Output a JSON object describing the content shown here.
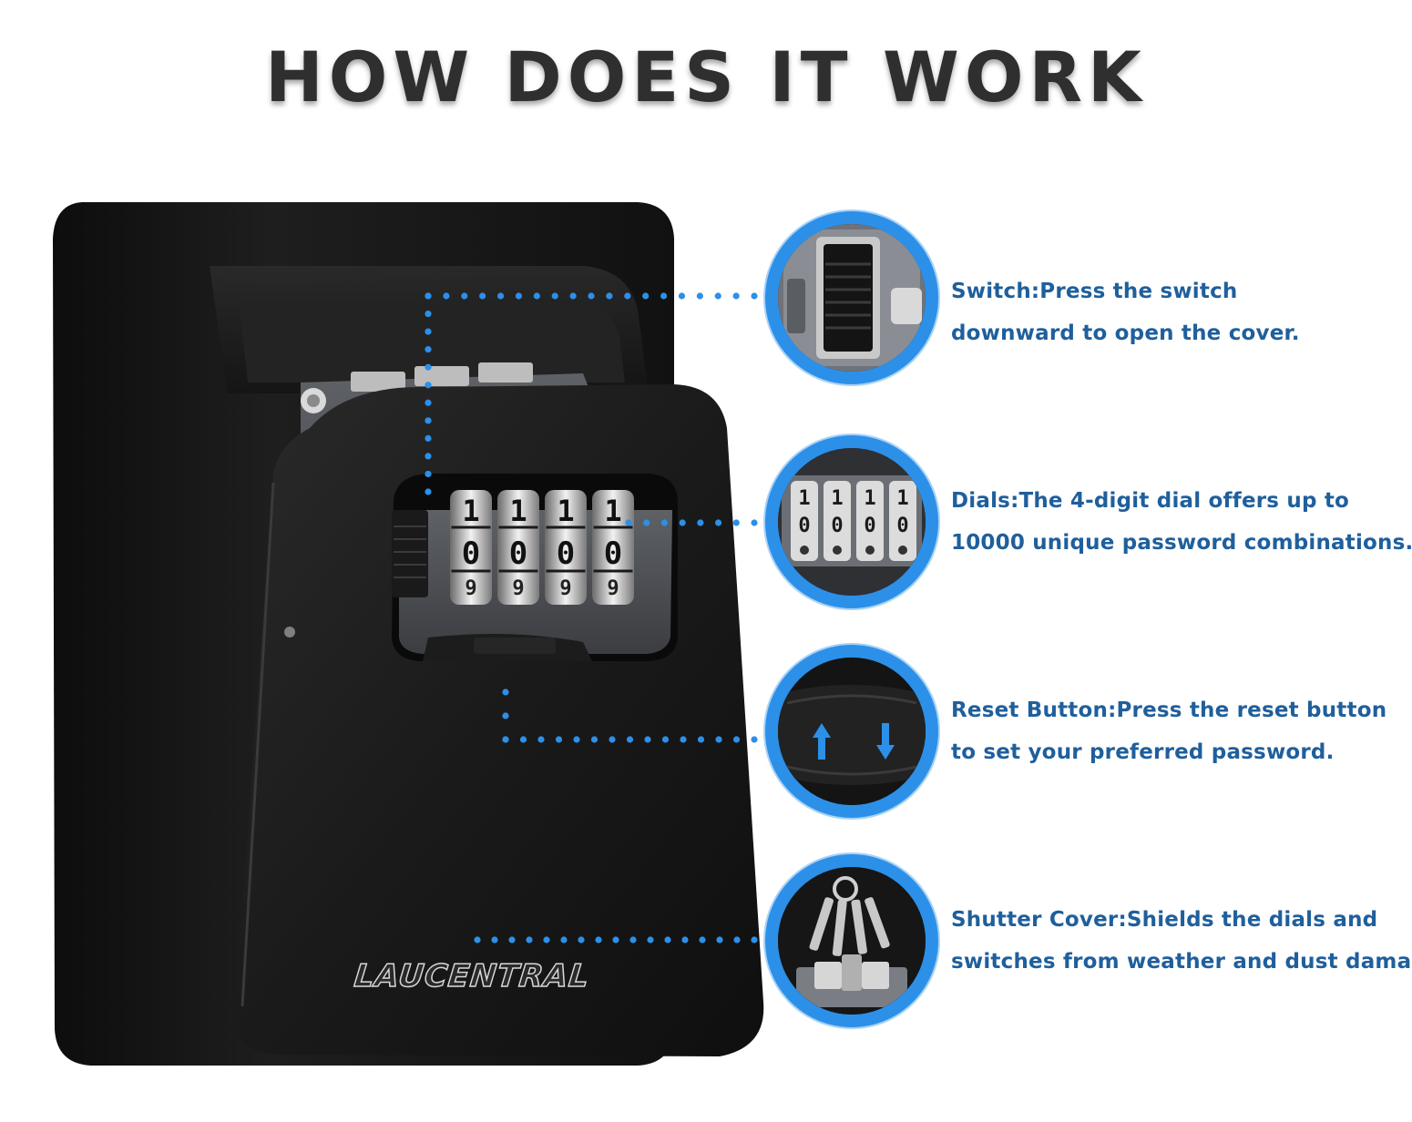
{
  "headline": "HOW DOES IT WORK",
  "brand": "LAUCENTRAL",
  "dial_digits": {
    "top": "1",
    "middle": "0",
    "bottom": "9"
  },
  "features": [
    {
      "line1": "Switch:Press the switch",
      "line2": "downward to open the cover.",
      "icon": "switch-closeup"
    },
    {
      "line1": "Dials:The 4-digit dial offers up to",
      "line2": "10000 unique password combinations.",
      "icon": "dials-closeup"
    },
    {
      "line1": "Reset Button:Press the reset button",
      "line2": "to set your preferred password.",
      "icon": "reset-button-closeup"
    },
    {
      "line1": "Shutter Cover:Shields the dials and",
      "line2": "switches from weather and dust damage.",
      "icon": "keys-closeup"
    }
  ],
  "colors": {
    "accent_blue": "#2c90e8",
    "text_blue": "#1f5f9c",
    "headline": "#2f2f2f",
    "box_black": "#141414"
  }
}
